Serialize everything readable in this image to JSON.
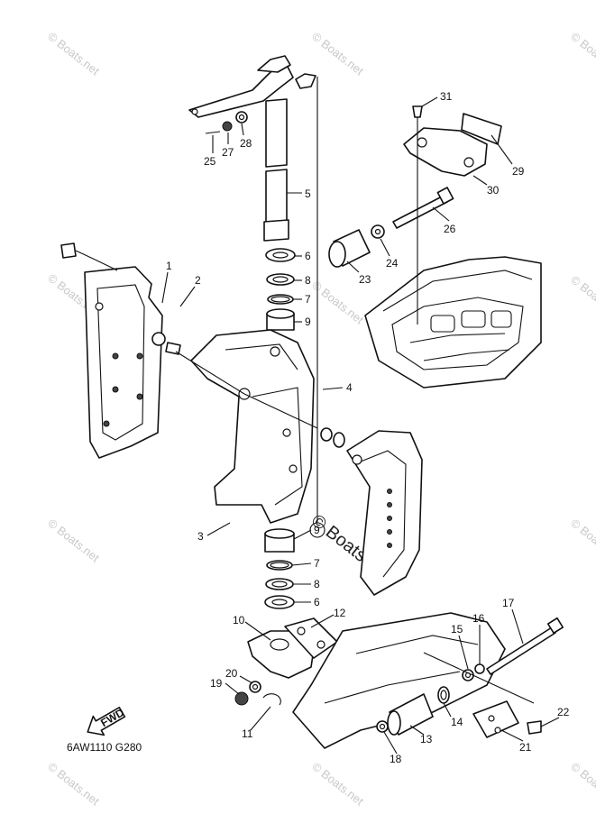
{
  "watermark": "© Boats.net",
  "diagram_code": "6AW1110 G280",
  "fwd_label": "FWD",
  "callouts": [
    "1",
    "2",
    "3",
    "4",
    "5",
    "6",
    "6",
    "7",
    "7",
    "8",
    "8",
    "9",
    "9",
    "10",
    "11",
    "12",
    "13",
    "14",
    "15",
    "16",
    "17",
    "18",
    "19",
    "20",
    "21",
    "22",
    "23",
    "24",
    "25",
    "26",
    "27",
    "28",
    "29",
    "30",
    "31"
  ]
}
